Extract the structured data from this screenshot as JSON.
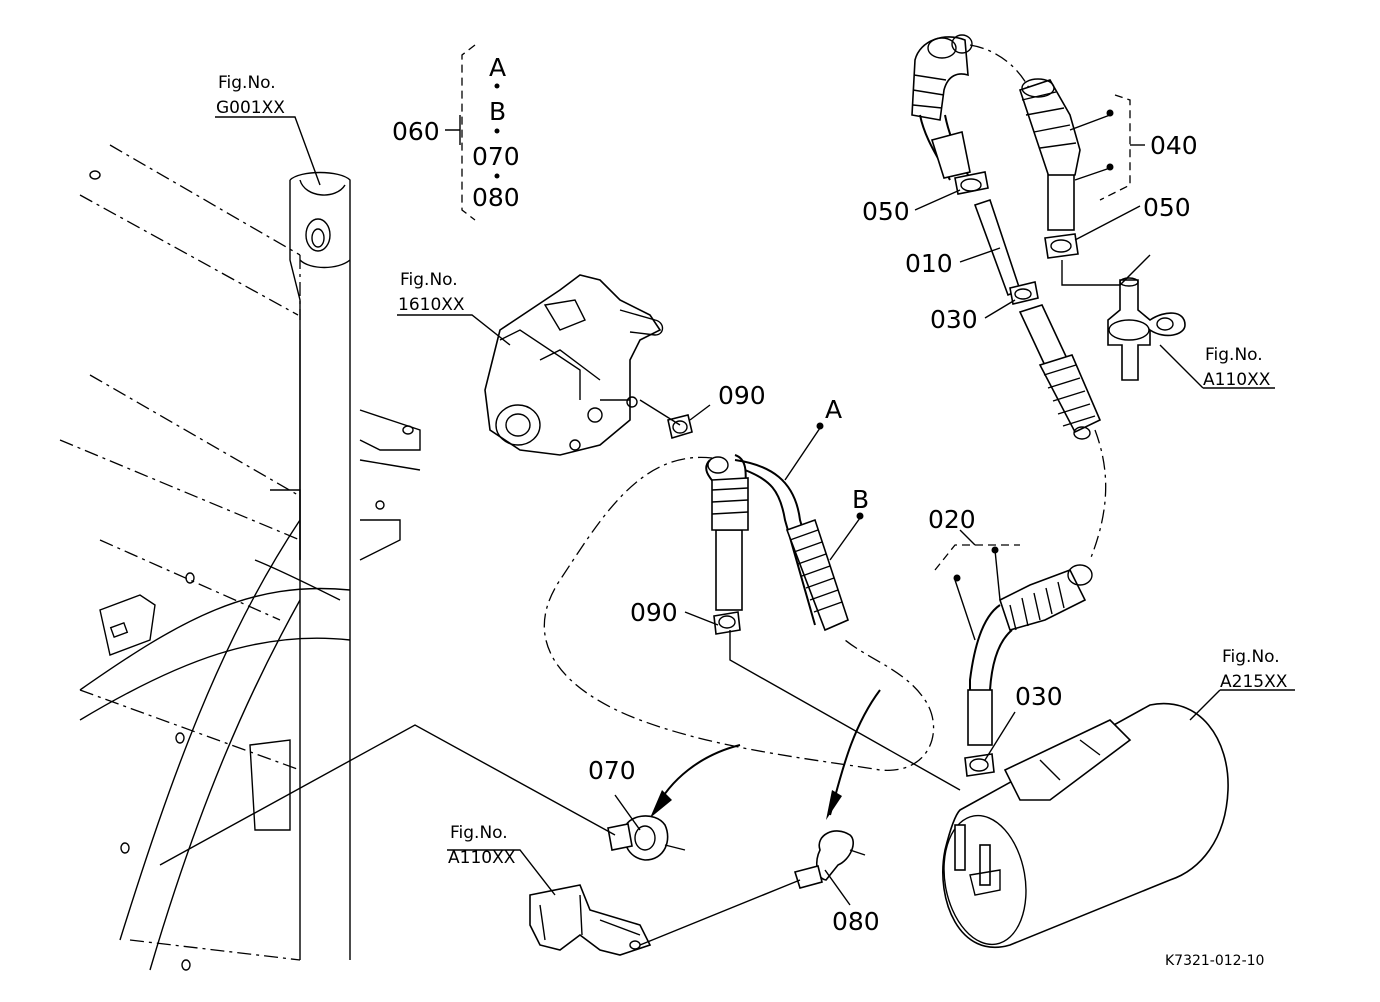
{
  "labels": {
    "p010": "010",
    "p020": "020",
    "p030_top": "030",
    "p030_bottom": "030",
    "p040": "040",
    "p050_left": "050",
    "p050_right": "050",
    "p060": "060",
    "p070_group": "070",
    "p080_group": "080",
    "p070": "070",
    "p080": "080",
    "p090_top": "090",
    "p090_bottom": "090",
    "letter_a_group": "A",
    "letter_b_group": "B",
    "letter_a": "A",
    "letter_b": "B"
  },
  "figure_refs": {
    "g001_title": "Fig.No.",
    "g001_code": "G001XX",
    "f1610_title": "Fig.No.",
    "f1610_code": "1610XX",
    "a110_right_title": "Fig.No.",
    "a110_right_code": "A110XX",
    "a215_title": "Fig.No.",
    "a215_code": "A215XX",
    "a110_bottom_title": "Fig.No.",
    "a110_bottom_code": "A110XX"
  },
  "drawing_code": "K7321-012-10"
}
